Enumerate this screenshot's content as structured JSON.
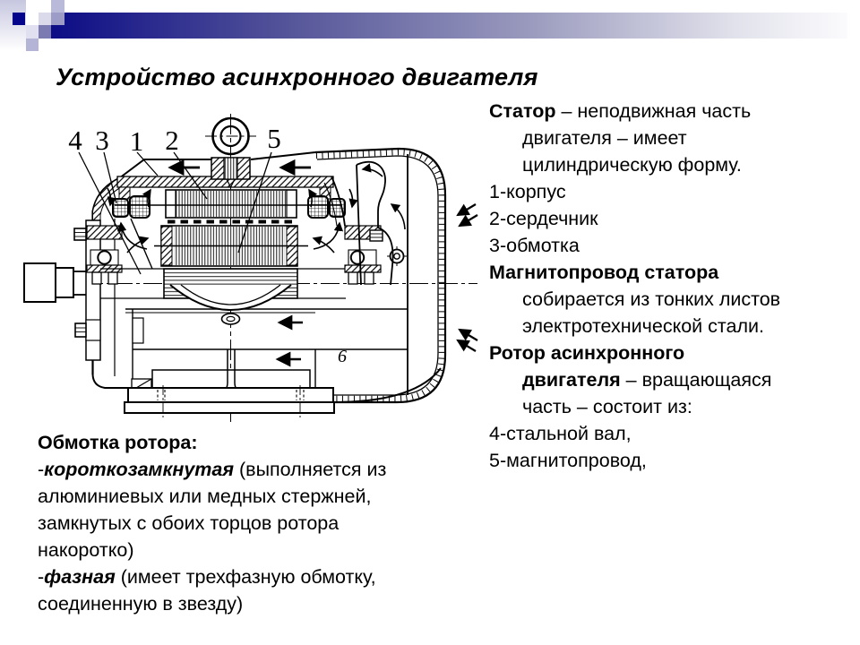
{
  "title": "Устройство асинхронного двигателя",
  "right_column": {
    "lines": [
      {
        "indent": false,
        "segs": [
          {
            "t": "Статор",
            "b": true
          },
          {
            "t": " – неподвижная часть"
          }
        ]
      },
      {
        "indent": true,
        "segs": [
          {
            "t": "двигателя – имеет"
          }
        ]
      },
      {
        "indent": true,
        "segs": [
          {
            "t": "цилиндрическую форму."
          }
        ]
      },
      {
        "indent": false,
        "segs": [
          {
            "t": "1-корпус"
          }
        ]
      },
      {
        "indent": false,
        "segs": [
          {
            "t": "2-сердечник"
          }
        ]
      },
      {
        "indent": false,
        "segs": [
          {
            "t": "3-обмотка"
          }
        ]
      },
      {
        "indent": false,
        "segs": [
          {
            "t": "Магнитопровод статора",
            "b": true
          }
        ]
      },
      {
        "indent": true,
        "segs": [
          {
            "t": "собирается из тонких листов"
          }
        ]
      },
      {
        "indent": true,
        "segs": [
          {
            "t": "электротехнической стали."
          }
        ]
      },
      {
        "indent": false,
        "segs": [
          {
            "t": "Ротор асинхронного",
            "b": true
          }
        ]
      },
      {
        "indent": true,
        "segs": [
          {
            "t": "двигателя",
            "b": true
          },
          {
            "t": " – вращающаяся"
          }
        ]
      },
      {
        "indent": true,
        "segs": [
          {
            "t": "часть – состоит из:"
          }
        ]
      },
      {
        "indent": false,
        "segs": [
          {
            "t": "4-стальной вал,"
          }
        ]
      },
      {
        "indent": false,
        "segs": [
          {
            "t": "5-магнитопровод,"
          }
        ]
      }
    ]
  },
  "bottom_block": {
    "lines": [
      {
        "indent": false,
        "segs": [
          {
            "t": "Обмотка ротора:",
            "b": true
          }
        ]
      },
      {
        "indent": false,
        "segs": [
          {
            "t": "-"
          },
          {
            "t": "короткозамкнутая",
            "b": true,
            "i": true
          },
          {
            "t": " (выполняется из"
          }
        ]
      },
      {
        "indent": false,
        "segs": [
          {
            "t": "алюминиевых или медных стержней,"
          }
        ]
      },
      {
        "indent": false,
        "segs": [
          {
            "t": "замкнутых с обоих торцов ротора"
          }
        ]
      },
      {
        "indent": false,
        "segs": [
          {
            "t": "накоротко)"
          }
        ]
      },
      {
        "indent": false,
        "segs": [
          {
            "t": "-"
          },
          {
            "t": "фазная",
            "b": true,
            "i": true
          },
          {
            "t": " (имеет трехфазную обмотку,"
          }
        ]
      },
      {
        "indent": false,
        "segs": [
          {
            "t": "соединенную  в звезду)"
          }
        ]
      }
    ]
  },
  "diagram": {
    "labels": [
      "4",
      "3",
      "1",
      "2",
      "5",
      "6"
    ]
  },
  "decor": {
    "navy_square": "#05058c",
    "bar_start": "#0c0c86",
    "bar_end": "#fbfbfd",
    "strip": "#c6c6e0",
    "sq1": "#b9b9da",
    "sq2": "#dadaeb",
    "sq3": "#9c9cc6",
    "sq4": "#e0e0f0",
    "sq5": "#7b7bb1",
    "sq6": "#b4b4d6",
    "ink": "#000000"
  }
}
